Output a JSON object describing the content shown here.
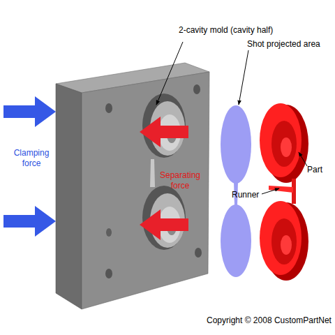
{
  "diagram": {
    "labels": [
      "2-cavity mold (cavity half)",
      "Shot projected area",
      "Clamping force",
      "Separating force",
      "Runner",
      "Part",
      "Copyright © 2008 CustomPartNet"
    ]
  }
}
